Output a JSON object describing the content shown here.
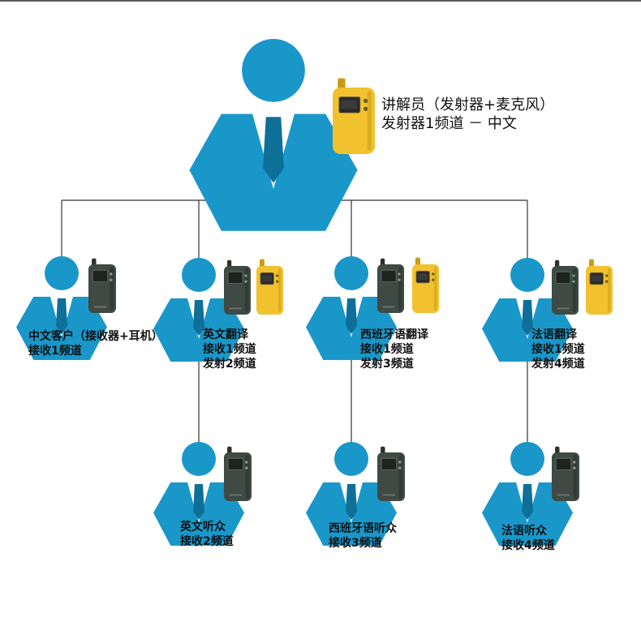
{
  "colors": {
    "person": "#1a97c9",
    "person_dark": "#0e6f99",
    "shirt": "#ffffff",
    "tie": "#1a97c9",
    "receiver": "#3f4a44",
    "receiver_dark": "#2a322d",
    "transmitter": "#f2c12e",
    "transmitter_dark": "#c99b14",
    "line": "#333333"
  },
  "nodes": {
    "guide": {
      "line1": "讲解员（发射器+麦克风）",
      "line2": "发射器1频道 － 中文",
      "devices": [
        "transmitter"
      ]
    },
    "chinese_guest": {
      "line1": "中文客户（接收器+耳机）",
      "line2": "接收1频道",
      "devices": [
        "receiver"
      ]
    },
    "english_translator": {
      "line1": "英文翻译",
      "line2": "接收1频道",
      "line3": "发射2频道",
      "devices": [
        "receiver",
        "transmitter"
      ]
    },
    "spanish_translator": {
      "line1": "西班牙语翻译",
      "line2": "接收1频道",
      "line3": "发射3频道",
      "devices": [
        "receiver",
        "transmitter"
      ]
    },
    "french_translator": {
      "line1": "法语翻译",
      "line2": "接收1频道",
      "line3": "发射4频道",
      "devices": [
        "receiver",
        "transmitter"
      ]
    },
    "english_listener": {
      "line1": "英文听众",
      "line2": "接收2频道",
      "devices": [
        "receiver"
      ]
    },
    "spanish_listener": {
      "line1": "西班牙语听众",
      "line2": "接收3频道",
      "devices": [
        "receiver"
      ]
    },
    "french_listener": {
      "line1": "法语听众",
      "line2": "接收4频道",
      "devices": [
        "receiver"
      ]
    }
  }
}
